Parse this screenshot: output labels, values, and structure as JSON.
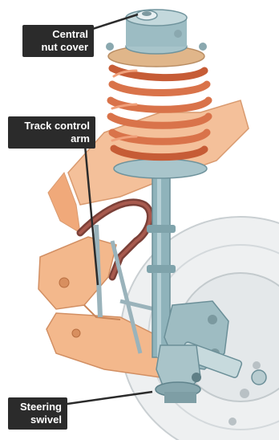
{
  "labels": {
    "central_nut_cover": "Central\nnut cover",
    "track_control_arm": "Track control\narm",
    "steering_swivel": "Steering\nswivel"
  },
  "colors": {
    "label_bg": "#2b2b2b",
    "label_text": "#ffffff",
    "spring": "#d9734a",
    "strut": "#8fb3bb",
    "body_panel": "#f2b98f",
    "brake_disc": "#e9ecee"
  }
}
